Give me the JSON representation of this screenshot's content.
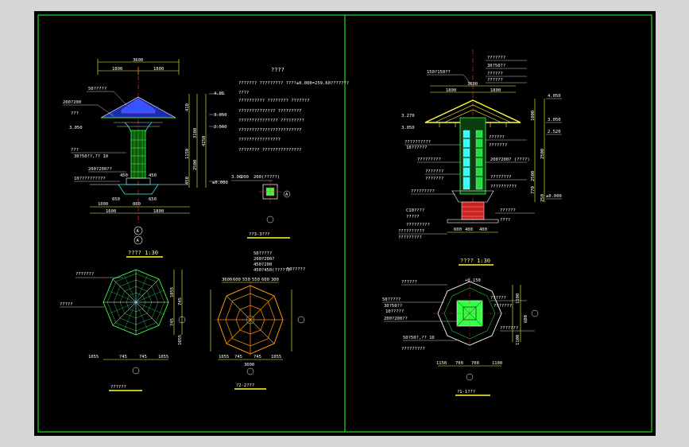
{
  "colors": {
    "background": "#000000",
    "outer_frame": "#d6d6d6",
    "border_green": "#22dd22",
    "dim_yellow": "#ffff33",
    "cyan": "#33ffff",
    "red": "#ff3030",
    "blue": "#3355ff",
    "magenta": "#ff33ff",
    "white": "#ffffff",
    "orange": "#ff9900"
  },
  "left_elevation": {
    "dims_top": [
      "3600",
      "1800",
      "1800"
    ],
    "dims_bottom": [
      "1000",
      "800",
      "1600",
      "1800"
    ],
    "dims_mid": [
      "450",
      "450",
      "650",
      "650"
    ],
    "right_dims": [
      "410",
      "3180",
      "4250",
      "1150",
      "2500",
      "450"
    ],
    "levels": [
      "4.05",
      "3.050",
      "2.560",
      "±0.000",
      "3.050"
    ],
    "labels": [
      "50?????",
      "200?200",
      "???",
      "30?50??,??  10",
      "200?200??",
      "10??????????",
      "???"
    ],
    "axis": [
      "A",
      "A"
    ],
    "title": "????  1:30"
  },
  "notes": {
    "heading": "????",
    "lines": [
      "???????  ?????????  ????±0.000=259.60???????",
      "????",
      "??????????  ???????? ???????",
      "??????????????  ?????????",
      "??????????????? ?????????",
      "????????????????????????",
      "????????????????",
      "???????? ???????????????"
    ]
  },
  "detail_1": {
    "labels": [
      "3.00",
      "200",
      "200(?????)",
      "A"
    ],
    "title": "??3-3???"
  },
  "roof_plan": {
    "labels": [
      "???????",
      "?????"
    ],
    "dims_bottom": [
      "1055",
      "745",
      "745",
      "1055"
    ],
    "dims_right": [
      "1055",
      "745",
      "745",
      "1055"
    ],
    "title": "??????"
  },
  "plan_2": {
    "labels": [
      "50?????",
      "200?200?",
      "450?200",
      "450?450(?????)",
      "50?????"
    ],
    "dims_top": [
      "3600",
      "600",
      "550",
      "550",
      "600",
      "300"
    ],
    "dims_bottom": [
      "1055",
      "745",
      "745",
      "1055"
    ],
    "total": "3600",
    "title": "?2-2???"
  },
  "right_elevation": {
    "dims_top": [
      "3600",
      "1800",
      "1800"
    ],
    "levels": [
      "4.050",
      "3.050",
      "2.520",
      "±0.000",
      "3.270",
      "3.050"
    ],
    "dims_right": [
      "1000",
      "2500",
      "2500",
      "770",
      "250"
    ],
    "dims_bottom": [
      "600",
      "400",
      "400"
    ],
    "labels": [
      "150?150??",
      "???????",
      "30?50??",
      "??????",
      "??????",
      "??????????",
      "10??????",
      "?????????",
      "???????",
      "???????",
      "200?200?  (????)",
      "??????",
      "???????",
      "????????",
      "??????????",
      "?????????",
      "??????",
      "?????",
      "C10????",
      "?????????",
      "??????????",
      "?????????",
      "????"
    ],
    "title": "????  1:30"
  },
  "plan_1": {
    "labels": [
      "??????",
      "50?????",
      "30?50??",
      "10?????",
      "200?200??",
      "50?50?,??  10",
      "?????????",
      "??????",
      "???????",
      "???????"
    ],
    "level": "+0.150",
    "dims_bottom": [
      "1150",
      "700",
      "700",
      "1100"
    ],
    "dims_right": [
      "1100",
      "600",
      "1100"
    ],
    "title": "?1-1???"
  }
}
